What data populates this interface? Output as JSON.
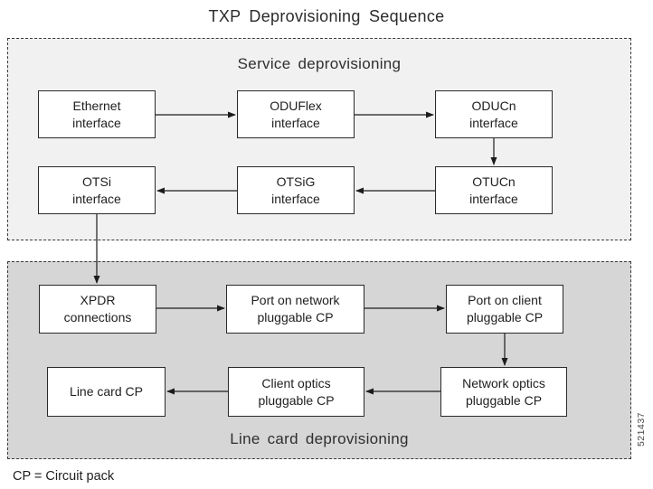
{
  "title": "TXP Deprovisioning Sequence",
  "footnote": "CP = Circuit pack",
  "figure_id": "521437",
  "colors": {
    "service_section_fill": "#f1f1f1",
    "line_card_section_fill": "#d6d6d6",
    "node_fill": "#ffffff",
    "node_border": "#2a2a2a",
    "section_border": "#3a3a3a",
    "arrow": "#1c1c1c"
  },
  "sections": [
    {
      "label": "Service deprovisioning",
      "nodes": [
        {
          "id": "ethernet-interface",
          "lines": [
            "Ethernet",
            "interface"
          ]
        },
        {
          "id": "oduflex-interface",
          "lines": [
            "ODUFlex",
            "interface"
          ]
        },
        {
          "id": "oducn-interface",
          "lines": [
            "ODUCn",
            "interface"
          ]
        },
        {
          "id": "otsi-interface",
          "lines": [
            "OTSi",
            "interface"
          ]
        },
        {
          "id": "otsig-interface",
          "lines": [
            "OTSiG",
            "interface"
          ]
        },
        {
          "id": "otucn-interface",
          "lines": [
            "OTUCn",
            "interface"
          ]
        }
      ]
    },
    {
      "label": "Line card  deprovisioning",
      "nodes": [
        {
          "id": "xpdr-connections",
          "lines": [
            "XPDR",
            "connections"
          ]
        },
        {
          "id": "port-on-network-pluggable-cp",
          "lines": [
            "Port on network",
            "pluggable CP"
          ]
        },
        {
          "id": "port-on-client-pluggable-cp",
          "lines": [
            "Port on client",
            "pluggable CP"
          ]
        },
        {
          "id": "line-card-cp",
          "lines": [
            "Line card CP",
            ""
          ]
        },
        {
          "id": "client-optics-pluggable-cp",
          "lines": [
            "Client optics",
            "pluggable CP"
          ]
        },
        {
          "id": "network-optics-pluggable-cp",
          "lines": [
            "Network optics",
            "pluggable CP"
          ]
        }
      ]
    }
  ],
  "edges": [
    {
      "from": "Ethernet interface",
      "to": "ODUFlex interface"
    },
    {
      "from": "ODUFlex interface",
      "to": "ODUCn interface"
    },
    {
      "from": "ODUCn interface",
      "to": "OTUCn interface"
    },
    {
      "from": "OTUCn interface",
      "to": "OTSiG interface"
    },
    {
      "from": "OTSiG interface",
      "to": "OTSi interface"
    },
    {
      "from": "OTSi interface",
      "to": "XPDR connections"
    },
    {
      "from": "XPDR connections",
      "to": "Port on network pluggable CP"
    },
    {
      "from": "Port on network pluggable CP",
      "to": "Port on client pluggable CP"
    },
    {
      "from": "Port on client pluggable CP",
      "to": "Network optics pluggable CP"
    },
    {
      "from": "Network optics pluggable CP",
      "to": "Client optics pluggable CP"
    },
    {
      "from": "Client optics pluggable CP",
      "to": "Line card CP"
    }
  ]
}
